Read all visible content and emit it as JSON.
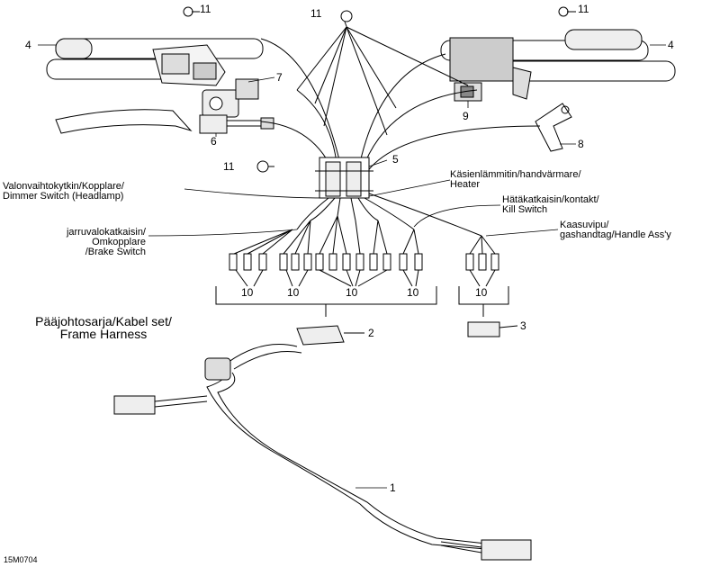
{
  "diagram": {
    "title_line1": "Pääjohtosarja/Kabel set/",
    "title_line2": "Frame Harness",
    "code": "15M0704",
    "labels": {
      "dimmer_1": "Valonvaihtokytkin/Kopplare/",
      "dimmer_2": "Dimmer Switch (Headlamp)",
      "brake_1": "jarruvalokatkaisin/",
      "brake_2": "Omkopplare",
      "brake_3": "/Brake Switch",
      "heater_1": "Käsienlämmitin/handvärmare/",
      "heater_2": "Heater",
      "kill_1": "Hätäkatkaisin/kontakt/",
      "kill_2": "Kill Switch",
      "throttle_1": "Kaasuvipu/",
      "throttle_2": "gashandtag/Handle Ass'y"
    },
    "callouts": {
      "n1": "1",
      "n2": "2",
      "n3": "3",
      "n4a": "4",
      "n4b": "4",
      "n5": "5",
      "n6": "6",
      "n7": "7",
      "n8": "8",
      "n9": "9",
      "n10a": "10",
      "n10b": "10",
      "n10c": "10",
      "n10d": "10",
      "n10e": "10",
      "n11a": "11",
      "n11b": "11",
      "n11c": "11",
      "n11d": "11"
    }
  }
}
